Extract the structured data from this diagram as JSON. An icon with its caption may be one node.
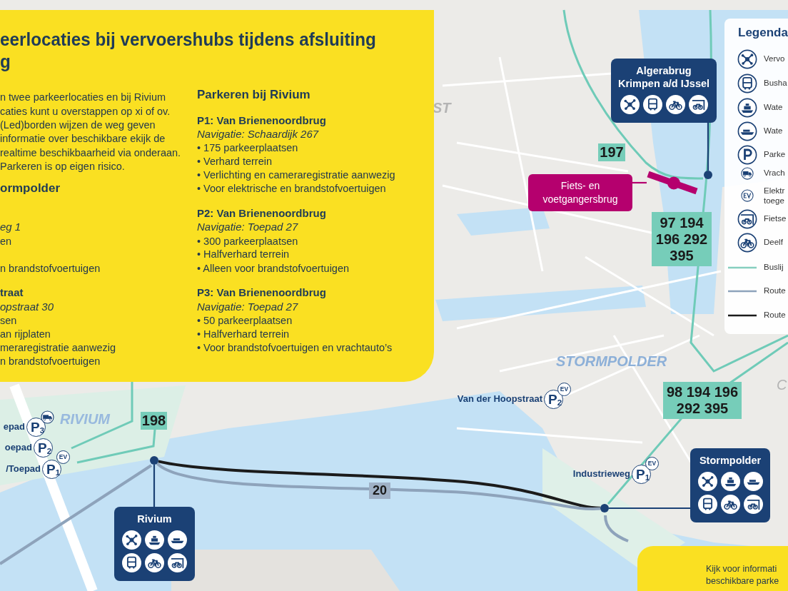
{
  "diagram": {
    "nodes": [
      {
        "text": [
          "eerlocaties bij vervoershubs tijdens afsluiting g",
          "n twee parkeerlocaties en bij Rivium caties kunt u overstappen op xi of ov. (Led)borden wijzen de weg geven informatie over beschikbare ekijk de realtime beschikbaarheid via onderaan. Parkeren is op eigen risico.",
          "ormpolder",
          "eg 1",
          "en",
          "n brandstofvoertuigen",
          "traat",
          "opstraat 30",
          "sen",
          "an rijplaten",
          "meraregistratie aanwezig",
          "n brandstofvoertuigen",
          "Parkeren bij Rivium",
          "P1: Van Brienenoordbrug",
          "Navigatie: Schaardijk 267",
          "• 175 parkeerplaatsen",
          "• Verhard terrein",
          "• Verlichting en cameraregistratie aanwezig",
          "• Voor elektrische en brandstofvoertuigen",
          "P2: Van Brienenoordbrug",
          "Navigatie: Toepad 27",
          "• 300 parkeerplaatsen",
          "• Halfverhard terrein",
          "• Alleen voor brandstofvoertuigen",
          "P3: Van Brienenoordbrug",
          "Navigatie: Toepad 27",
          "• 50 parkeerplaatsen",
          "• Halfverhard terrein",
          "• Voor brandstofvoertuigen en vrachtauto’s"
        ]
      },
      {
        "text": [
          "Algerabrug Krimpen a/d IJssel"
        ]
      },
      {
        "text": [],
        "shape": "circle"
      },
      {
        "text": [
          "197"
        ]
      },
      {
        "text": [
          "Fiets- en voetgangersbrug"
        ]
      },
      {
        "text": [],
        "shape": "bar"
      },
      {
        "text": [
          "97 194 196 292 395"
        ]
      },
      {
        "text": [
          "98 194 196 292 395"
        ]
      },
      {
        "text": [
          "P$_{2}$"
        ],
        "beside": [
          "Van der Hoopstraat"
        ]
      },
      {
        "text": [
          "EV"
        ]
      },
      {
        "text": [
          "P$_{3}$"
        ],
        "beside": [
          "epad"
        ]
      },
      {
        "text": [
          "P$_{2}$"
        ],
        "beside": [
          "oepad"
        ]
      },
      {
        "text": [
          "P$_{1}$"
        ],
        "beside": [
          "/Toepad"
        ]
      },
      {
        "text": [
          "EV"
        ]
      },
      {
        "text": [
          "198"
        ]
      },
      {
        "text": [],
        "shape": "circle"
      },
      {
        "text": [
          "P$_{1}$"
        ],
        "beside": [
          "Industrieweg"
        ]
      },
      {
        "text": [
          "EV"
        ]
      },
      {
        "text": [
          "Rivium"
        ]
      },
      {
        "text": [],
        "shape": "circle"
      },
      {
        "text": [
          "Stormpolder"
        ]
      },
      {
        "text": [
          "Kijk voor informati beschikbare parke"
        ]
      }
    ],
    "edges": [
      {
        "from": 1,
        "to": 2,
        "arrow": "none"
      },
      {
        "from": 4,
        "to": 5,
        "arrow": "none",
        "color": "#b5006e"
      },
      {
        "from": 18,
        "to": 15,
        "arrow": "none"
      },
      {
        "from": 20,
        "to": 19,
        "arrow": "none"
      },
      {
        "from": 15,
        "to": 19,
        "arrow": "none",
        "style": "thick",
        "color": "#1b1b1b"
      },
      {
        "from": 15,
        "to": 19,
        "arrow": "none",
        "label": "20",
        "style": "thick",
        "color": "#8ea3bb"
      }
    ],
    "labels": [
      "ST",
      "RIVIUM",
      "STORMPOLDER",
      "C",
      "Legenda"
    ],
    "legend": [
      {
        "text": "Vervo"
      },
      {
        "text": "Busha"
      },
      {
        "text": "Wate"
      },
      {
        "text": "Wate"
      },
      {
        "text": "Parke"
      },
      {
        "text": "Vrach"
      },
      {
        "text": "Elektr toege"
      },
      {
        "text": "Fietse"
      },
      {
        "text": "Deelf"
      },
      {
        "text": "Buslij"
      },
      {
        "text": "Route"
      },
      {
        "text": "Route"
      }
    ]
  }
}
